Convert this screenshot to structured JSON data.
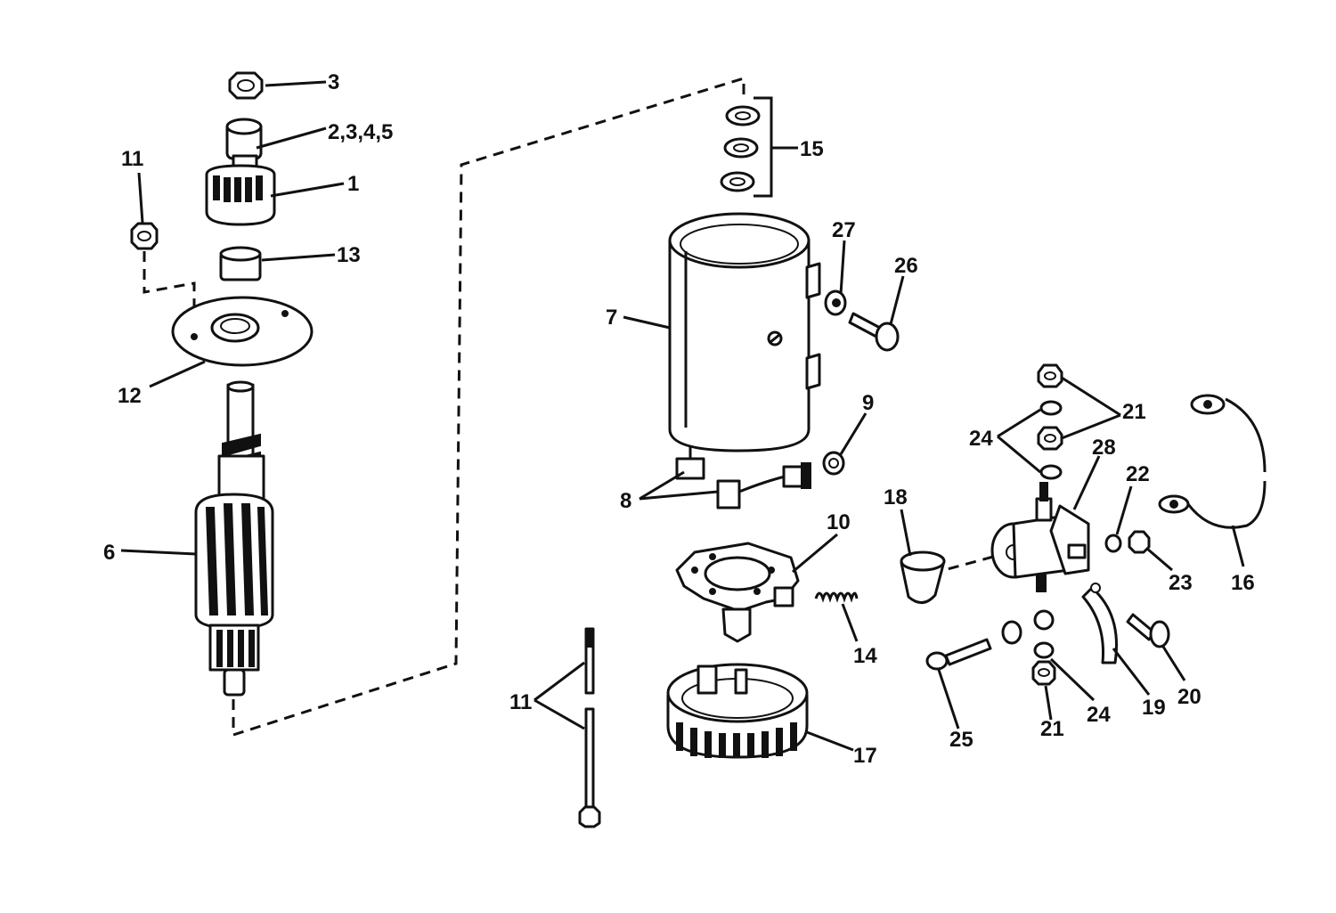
{
  "diagram": {
    "callouts": [
      {
        "id": "c3a",
        "label": "3"
      },
      {
        "id": "c2345",
        "label": "2,3,4,5"
      },
      {
        "id": "c1",
        "label": "1"
      },
      {
        "id": "c11a",
        "label": "11"
      },
      {
        "id": "c13",
        "label": "13"
      },
      {
        "id": "c12",
        "label": "12"
      },
      {
        "id": "c6",
        "label": "6"
      },
      {
        "id": "c15",
        "label": "15"
      },
      {
        "id": "c7",
        "label": "7"
      },
      {
        "id": "c27",
        "label": "27"
      },
      {
        "id": "c26",
        "label": "26"
      },
      {
        "id": "c9",
        "label": "9"
      },
      {
        "id": "c8",
        "label": "8"
      },
      {
        "id": "c10",
        "label": "10"
      },
      {
        "id": "c14",
        "label": "14"
      },
      {
        "id": "c11b",
        "label": "11"
      },
      {
        "id": "c17",
        "label": "17"
      },
      {
        "id": "c18",
        "label": "18"
      },
      {
        "id": "c21a",
        "label": "21"
      },
      {
        "id": "c24a",
        "label": "24"
      },
      {
        "id": "c28",
        "label": "28"
      },
      {
        "id": "c22",
        "label": "22"
      },
      {
        "id": "c23",
        "label": "23"
      },
      {
        "id": "c16",
        "label": "16"
      },
      {
        "id": "c19",
        "label": "19"
      },
      {
        "id": "c20",
        "label": "20"
      },
      {
        "id": "c24b",
        "label": "24"
      },
      {
        "id": "c21b",
        "label": "21"
      },
      {
        "id": "c25",
        "label": "25"
      }
    ]
  }
}
